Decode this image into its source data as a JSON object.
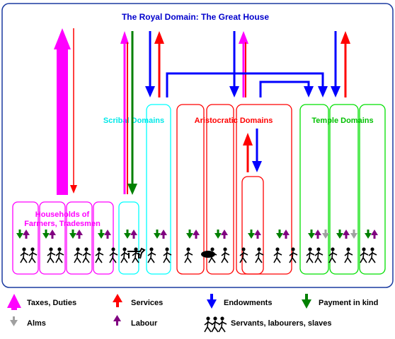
{
  "title": "The Royal Domain: The Great House",
  "domains": {
    "scribal": "Scribal Domains",
    "aristocratic": "Aristocratic Domains",
    "temple": "Temple Domains",
    "households_line1": "Households of",
    "households_line2": "Farmers, Tradesmen"
  },
  "colors": {
    "border": "#1a3aa0",
    "title": "#0000cc",
    "magenta": "#ff00ff",
    "cyan": "#00ffff",
    "red": "#ff0000",
    "green": "#00e000",
    "blue": "#0000ff",
    "dark_green": "#008000",
    "gray": "#a0a0a0",
    "purple": "#800080"
  },
  "legend": [
    {
      "icon": "magenta-up-arrow-icon",
      "label": "Taxes, Duties"
    },
    {
      "icon": "red-up-arrow-icon",
      "label": "Services"
    },
    {
      "icon": "blue-down-arrow-icon",
      "label": "Endowments"
    },
    {
      "icon": "green-down-arrow-icon",
      "label": "Payment in kind"
    },
    {
      "icon": "gray-down-arrow-icon",
      "label": "Alms"
    },
    {
      "icon": "purple-up-arrow-icon",
      "label": "Labour"
    },
    {
      "icon": "workers-icon",
      "label": "Servants, labourers, slaves"
    }
  ]
}
